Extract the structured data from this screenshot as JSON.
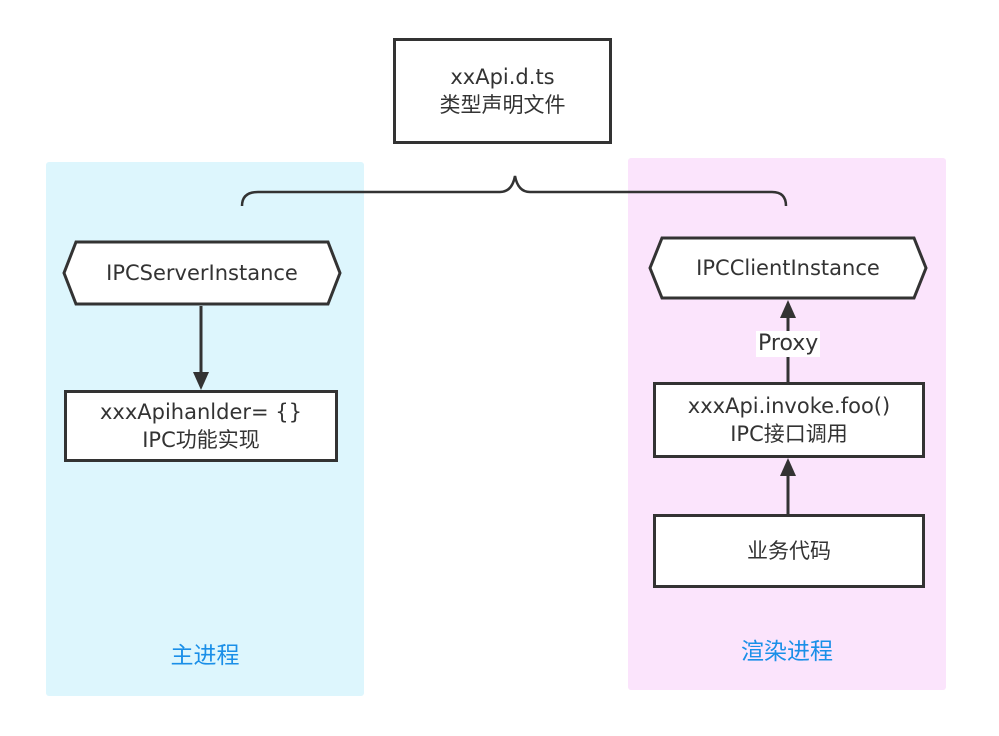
{
  "top_file": {
    "line1": "xxApi.d.ts",
    "line2": "类型声明文件"
  },
  "main_process": {
    "label": "主进程",
    "bg_color": "#ddf6fd",
    "instance": "IPCServerInstance",
    "handler": {
      "line1": "xxxApihanlder= {}",
      "line2": "IPC功能实现"
    }
  },
  "render_process": {
    "label": "渲染进程",
    "bg_color": "#fbe4fc",
    "instance": "IPCClientInstance",
    "edge_label": "Proxy",
    "invoke": {
      "line1": "xxxApi.invoke.foo()",
      "line2": "IPC接口调用"
    },
    "business": "业务代码"
  },
  "colors": {
    "stroke": "#333333",
    "panel_label": "#1a8fe8"
  }
}
